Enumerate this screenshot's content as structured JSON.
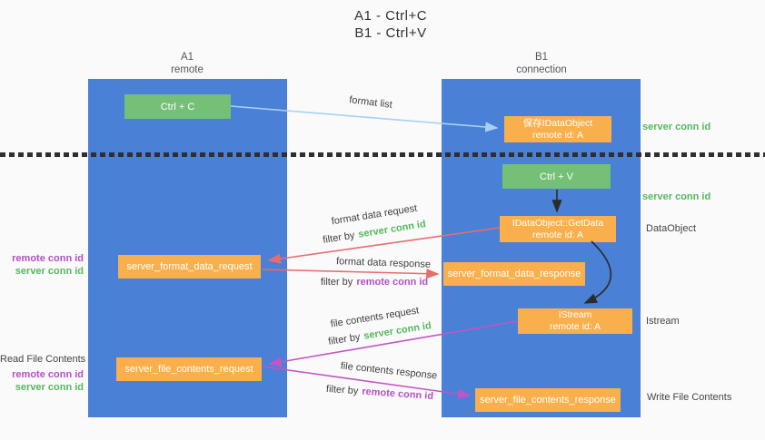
{
  "title": {
    "line1": "A1 - Ctrl+C",
    "line2": "B1 - Ctrl+V"
  },
  "lifelines": {
    "left": {
      "name": "A1",
      "role": "remote"
    },
    "right": {
      "name": "B1",
      "role": "connection"
    }
  },
  "nodes": {
    "ctrl_c": {
      "label": "Ctrl + C"
    },
    "ctrl_v": {
      "label": "Ctrl + V"
    },
    "save_dataobject": {
      "line1": "保存IDataObject",
      "line2": "remote id: A"
    },
    "getdata": {
      "line1": "IDataObject::GetData",
      "line2": "remote id: A"
    },
    "istream": {
      "line1": "IStream",
      "line2": "remote id: A"
    },
    "format_request": {
      "label": "server_format_data_request"
    },
    "format_response": {
      "label": "server_format_data_response"
    },
    "file_request": {
      "label": "server_file_contents_request"
    },
    "file_response": {
      "label": "server_file_contents_response"
    }
  },
  "messages": {
    "format_list": "format list",
    "format_data_request": "format data request",
    "format_data_response": "format data response",
    "file_contents_request": "file contents request",
    "file_contents_response": "file contents response",
    "filter_by": "filter by"
  },
  "labels": {
    "server_conn_id": "server conn id",
    "remote_conn_id": "remote conn id"
  },
  "annotations": {
    "dataobject": "DataObject",
    "istream": "Istream",
    "read_file_contents": "Read File Contents",
    "write_file_contents": "Write File Contents"
  },
  "colors": {
    "lifeline": "#4a80d5",
    "green_box": "#74c077",
    "orange_box": "#f9af4b",
    "green_text": "#55b85f",
    "purple_text": "#b44fc5",
    "red_arrow": "#e96c6c",
    "purple_arrow": "#c254c8",
    "blue_arrow": "#a6d2f2",
    "dark_arrow": "#2b2b2b"
  }
}
